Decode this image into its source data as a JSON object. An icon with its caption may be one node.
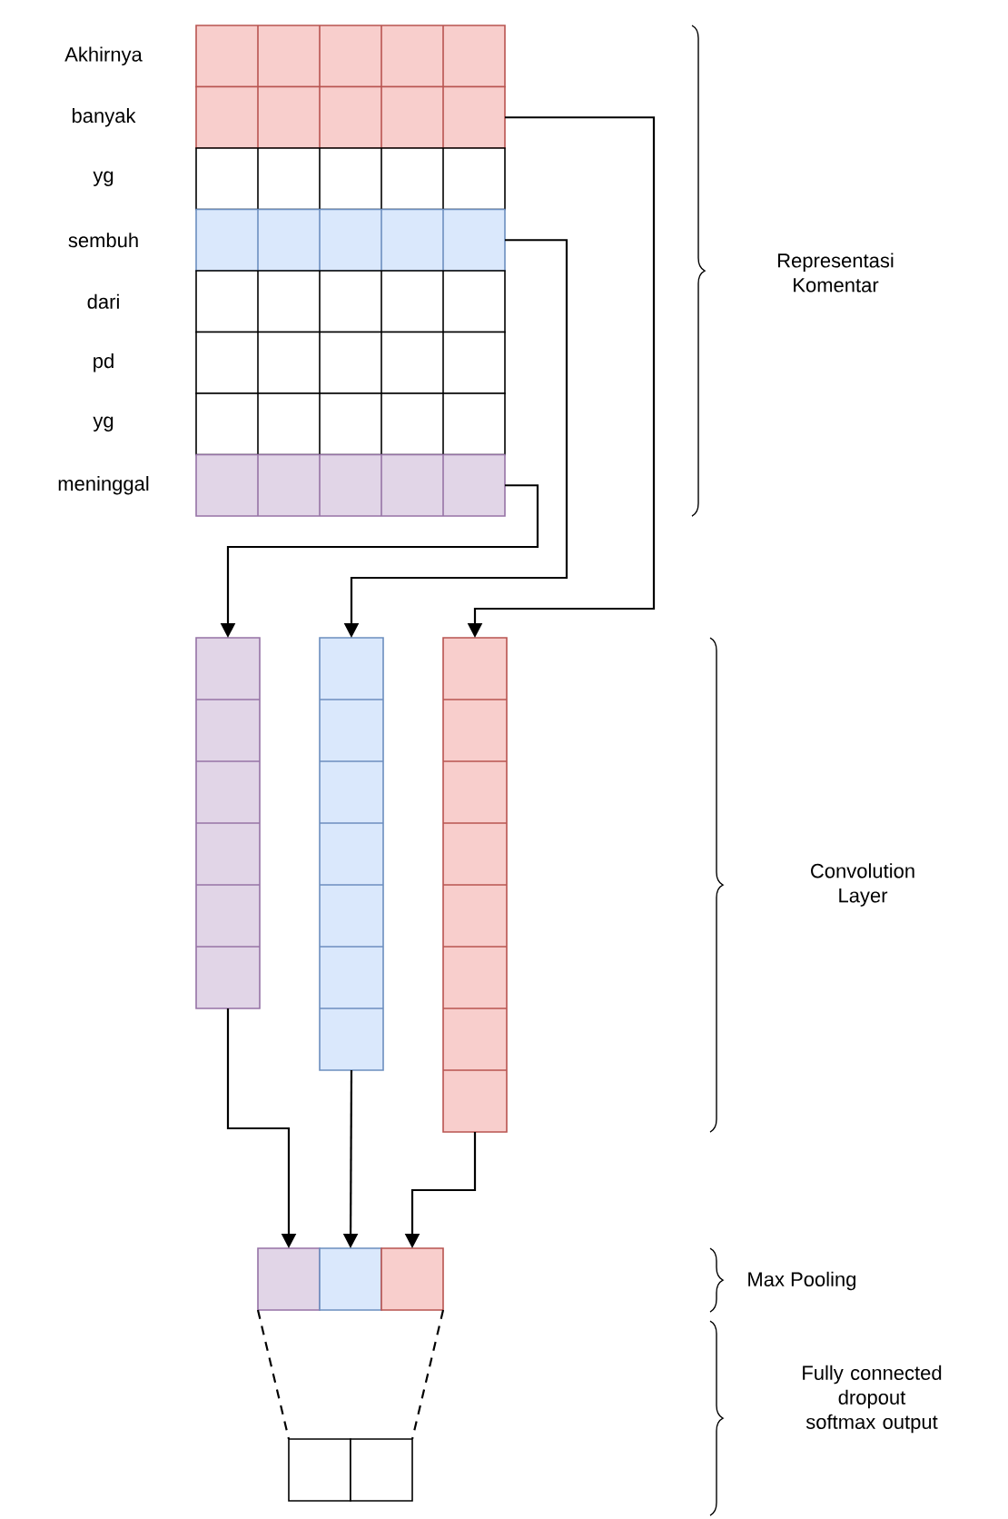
{
  "diagram": {
    "nodes": [
      {
        "text": [
          "Akhirnya"
        ]
      },
      {
        "text": [
          "banyak"
        ]
      },
      {
        "text": [
          "yg"
        ]
      },
      {
        "text": [
          "sembuh"
        ]
      },
      {
        "text": [
          "dari"
        ]
      },
      {
        "text": [
          "pd"
        ]
      },
      {
        "text": [
          "yg"
        ]
      },
      {
        "text": [
          "meninggal"
        ]
      },
      {
        "text": [],
        "shape": "bar"
      },
      {
        "text": [],
        "shape": "bar"
      },
      {
        "text": [],
        "shape": "bar"
      },
      {
        "text": [],
        "shape": "box"
      },
      {
        "text": [],
        "shape": "box"
      },
      {
        "text": [],
        "shape": "box"
      },
      {
        "text": [],
        "shape": "box"
      },
      {
        "text": [],
        "shape": "box"
      }
    ],
    "edges": [
      {
        "from": 1,
        "to": 10,
        "arrow": "to"
      },
      {
        "from": 3,
        "to": 9,
        "arrow": "to"
      },
      {
        "from": 7,
        "to": 8,
        "arrow": "to"
      },
      {
        "from": 8,
        "to": 11,
        "arrow": "to"
      },
      {
        "from": 9,
        "to": 12,
        "arrow": "to"
      },
      {
        "from": 10,
        "to": 13,
        "arrow": "to"
      },
      {
        "from": 11,
        "to": 14,
        "arrow": "none",
        "style": "dashed"
      },
      {
        "from": 13,
        "to": 15,
        "arrow": "none",
        "style": "dashed"
      }
    ],
    "labels": [
      "Representasi Komentar",
      "Convolution Layer",
      "Max Pooling",
      "Fully connected dropout softmax output"
    ]
  }
}
